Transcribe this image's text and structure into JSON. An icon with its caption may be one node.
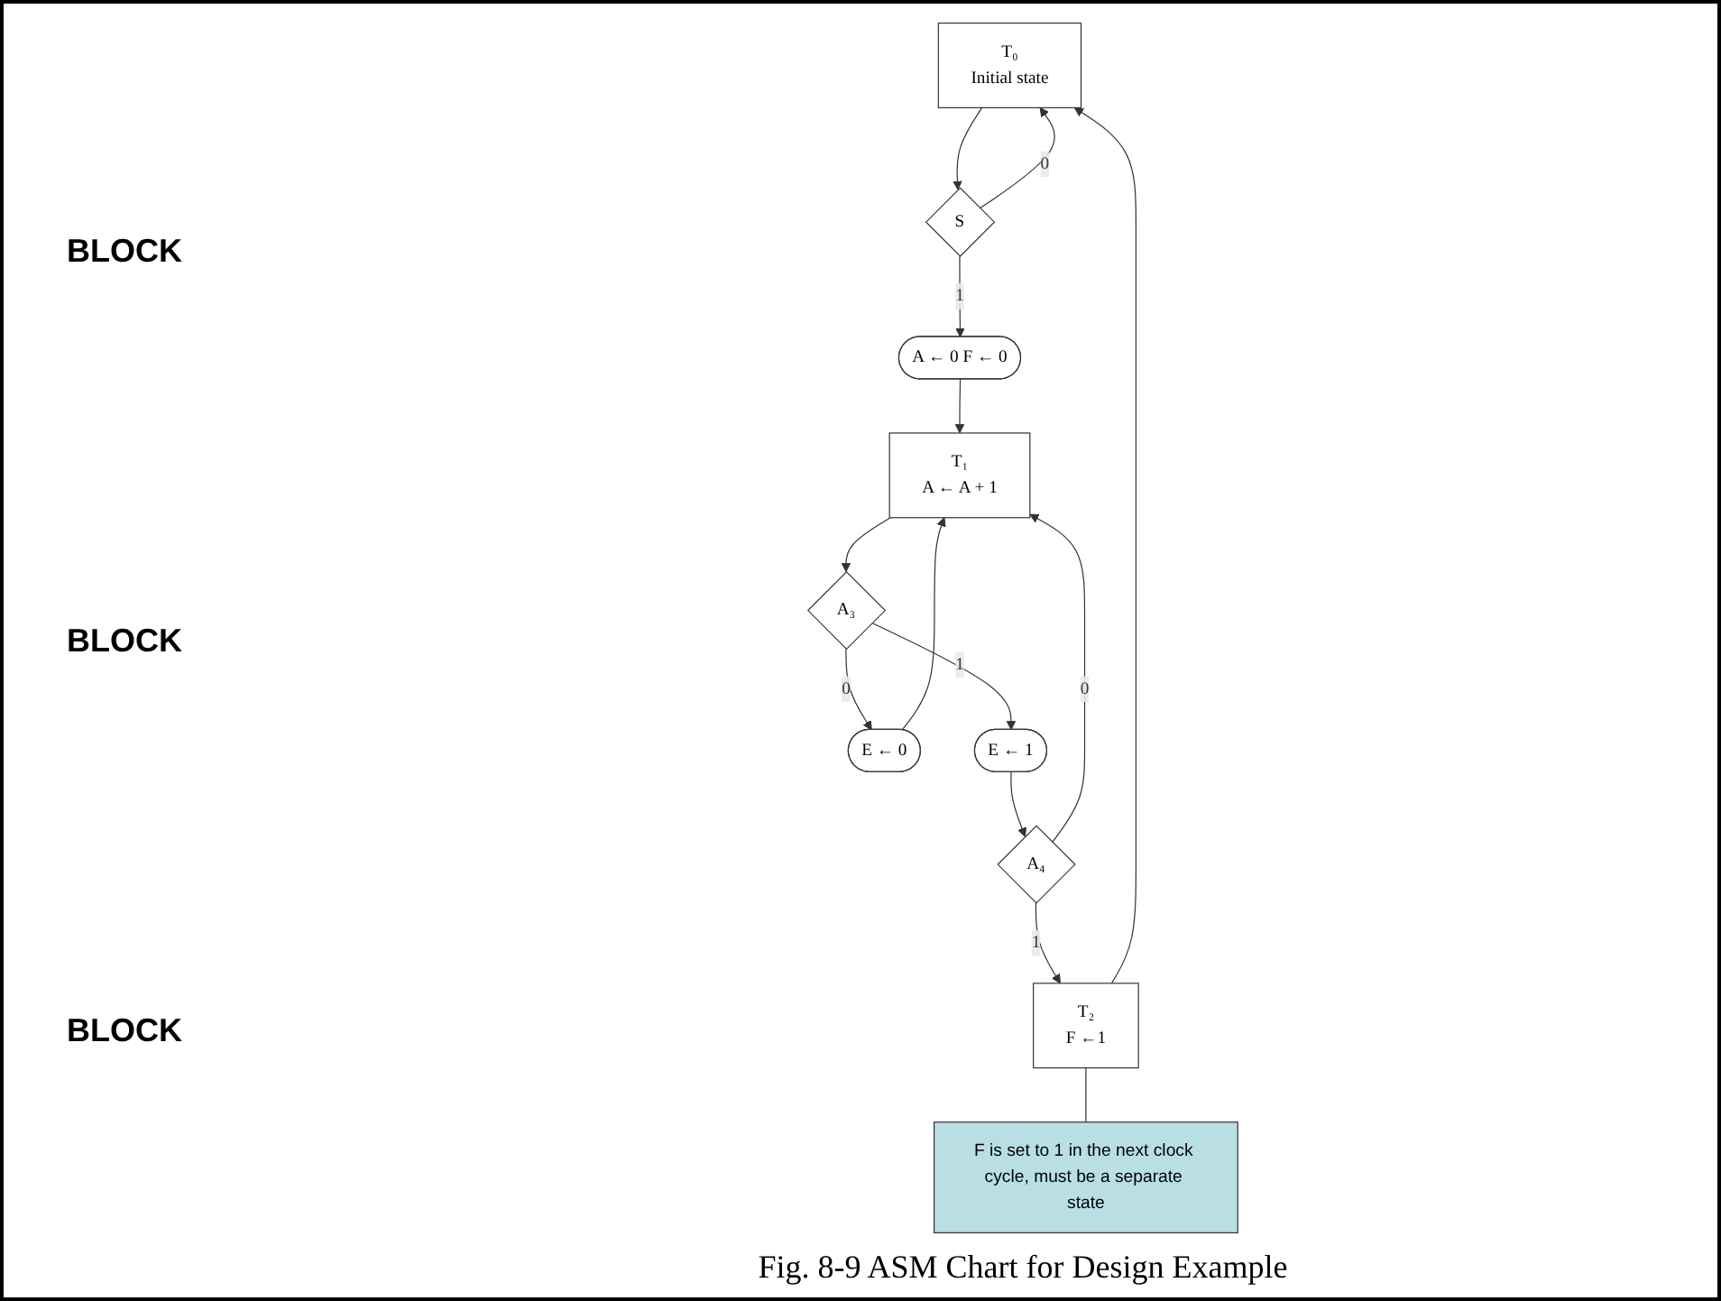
{
  "diagram": {
    "caption": "Fig. 8-9  ASM Chart for Design Example",
    "nodes": [
      {
        "text": [
          "T₀",
          "Initial state"
        ]
      },
      {
        "text": [
          "S"
        ]
      },
      {
        "text": [
          "A ← 0 F ← 0"
        ]
      },
      {
        "text": [
          "T₁",
          "A ← A + 1"
        ]
      },
      {
        "text": [
          "A₃"
        ]
      },
      {
        "text": [
          "E ← 0"
        ]
      },
      {
        "text": [
          "E ← 1"
        ]
      },
      {
        "text": [
          "A₄"
        ]
      },
      {
        "text": [
          "T₂",
          "F ←1"
        ]
      },
      {
        "text": [
          "F is set to 1 in the next clock cycle, must be a separate state"
        ]
      }
    ],
    "edges": [
      {
        "from": 0,
        "to": 1,
        "arrow": "to"
      },
      {
        "from": 1,
        "to": 0,
        "arrow": "to",
        "label": "0"
      },
      {
        "from": 1,
        "to": 2,
        "arrow": "to",
        "label": "1"
      },
      {
        "from": 2,
        "to": 3,
        "arrow": "to"
      },
      {
        "from": 3,
        "to": 4,
        "arrow": "to"
      },
      {
        "from": 4,
        "to": 5,
        "arrow": "to",
        "label": "0"
      },
      {
        "from": 4,
        "to": 6,
        "arrow": "to",
        "label": "1"
      },
      {
        "from": 5,
        "to": 3,
        "arrow": "to"
      },
      {
        "from": 6,
        "to": 7,
        "arrow": "to"
      },
      {
        "from": 7,
        "to": 3,
        "arrow": "to",
        "label": "0"
      },
      {
        "from": 7,
        "to": 8,
        "arrow": "to",
        "label": "1"
      },
      {
        "from": 8,
        "to": 0,
        "arrow": "to"
      },
      {
        "from": 9,
        "to": 8,
        "arrow": "none"
      }
    ],
    "labels": [
      "BLOCK",
      "BLOCK",
      "BLOCK"
    ]
  }
}
